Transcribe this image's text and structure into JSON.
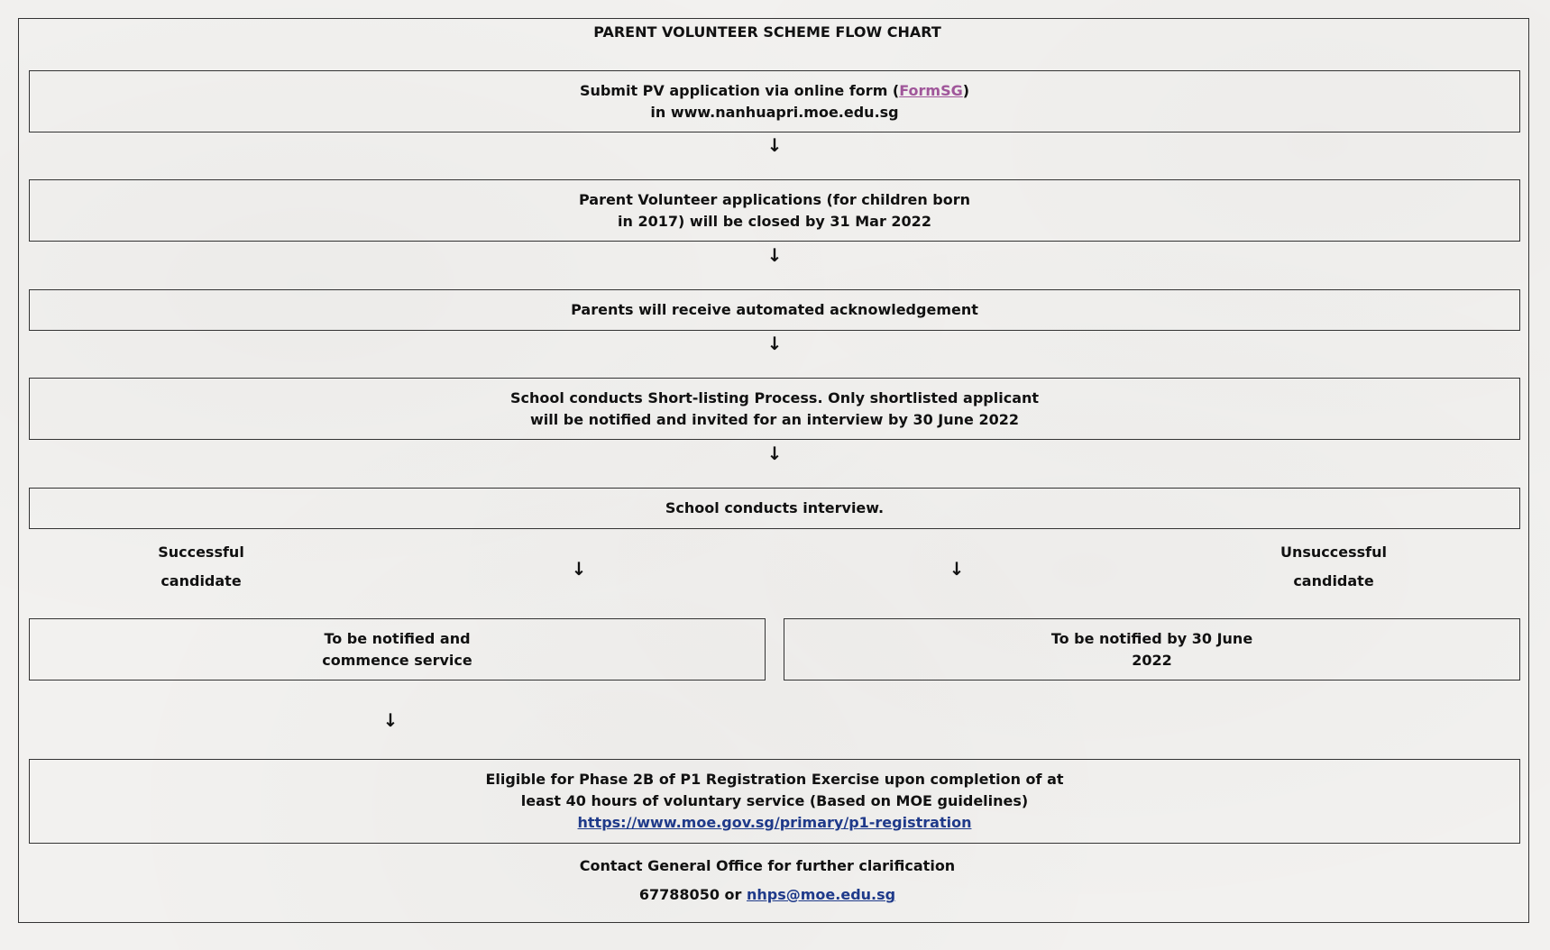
{
  "title": "PARENT VOLUNTEER SCHEME FLOW CHART",
  "step1": {
    "line1_prefix": "Submit PV application via online form (",
    "line1_link": "FormSG",
    "line1_suffix": ")",
    "line2": "in www.nanhuapri.moe.edu.sg"
  },
  "step2": {
    "line1": "Parent Volunteer applications (for children born",
    "line2": "in 2017) will be closed by 31 Mar 2022"
  },
  "step3": {
    "line1": "Parents will receive automated acknowledgement"
  },
  "step4": {
    "line1": "School conducts Short-listing Process. Only shortlisted applicant",
    "line2": "will be notified and invited for an interview by 30 June 2022"
  },
  "step5": {
    "line1": "School conducts interview."
  },
  "branch": {
    "success_line1": "Successful",
    "success_line2": "candidate",
    "fail_line1": "Unsuccessful",
    "fail_line2": "candidate"
  },
  "success_box": {
    "line1": "To be notified and",
    "line2": "commence service"
  },
  "fail_box": {
    "line1": "To be notified by 30 June",
    "line2": "2022"
  },
  "final": {
    "line1": "Eligible for Phase 2B of P1 Registration Exercise upon completion of at",
    "line2": "least 40 hours of voluntary service (Based on MOE guidelines)",
    "link": "https://www.moe.gov.sg/primary/p1-registration"
  },
  "contact": {
    "line1": "Contact General Office for further clarification",
    "phone_prefix": "67788050 or ",
    "email": "nhps@moe.edu.sg"
  },
  "arrow_glyph": "↓",
  "colors": {
    "formsg_link": "#a0569a",
    "blue_link": "#1f3a8a",
    "border": "#333333"
  }
}
